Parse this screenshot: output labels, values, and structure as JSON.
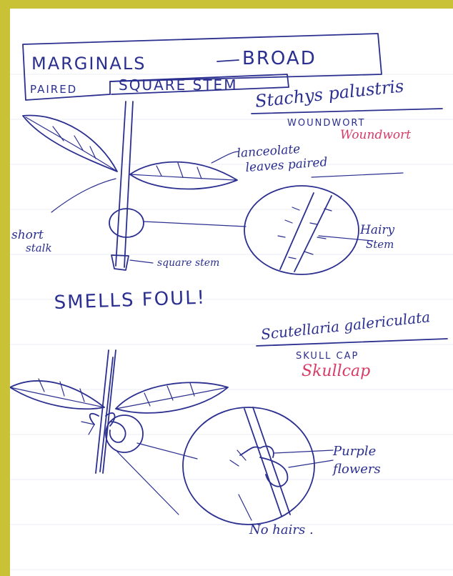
{
  "header": {
    "category": "MARGINALS",
    "size": "BROAD",
    "leaf_arrangement": "PAIRED",
    "stem_type": "SQUARE STEM"
  },
  "plant1": {
    "latin_name": "Stachys palustris",
    "common_name_caps": "WOUNDWORT",
    "common_name_red": "Woundwort",
    "label_leaves_line1": "lanceolate",
    "label_leaves_line2": "leaves paired",
    "label_stalk_line1": "short",
    "label_stalk_line2": "stalk",
    "label_stem": "square stem",
    "label_hairy_line1": "Hairy",
    "label_hairy_line2": "Stem",
    "note": "SMELLS FOUL!"
  },
  "plant2": {
    "latin_name": "Scutellaria galericulata",
    "common_name_caps": "SKULL CAP",
    "common_name_red": "Skullcap",
    "label_flowers_line1": "Purple",
    "label_flowers_line2": "flowers",
    "label_no_hairs": "No hairs ."
  },
  "colors": {
    "ink": "#2b2f8f",
    "red_ink": "#d83c66",
    "frame": "#c9c237",
    "paper": "#ffffff"
  }
}
